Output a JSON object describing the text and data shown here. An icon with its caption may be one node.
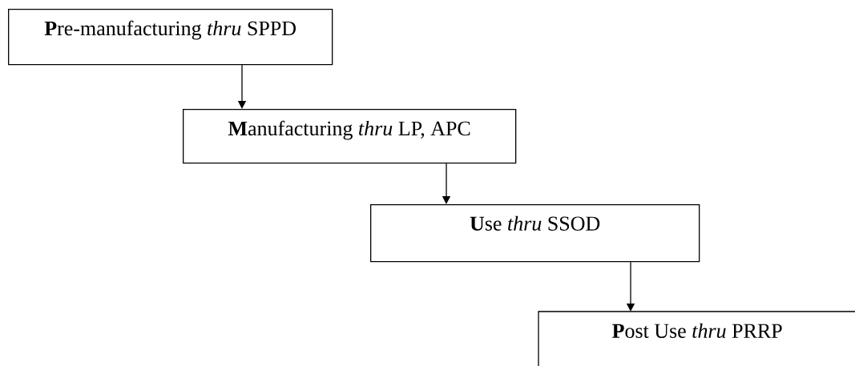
{
  "diagram": {
    "nodes": [
      {
        "text": [
          "**P**re-manufacturing *thru* SPPD"
        ]
      },
      {
        "text": [
          "**M**anufacturing *thru* LP, APC"
        ]
      },
      {
        "text": [
          "**U**se *thru* SSOD"
        ]
      },
      {
        "text": [
          "**P**ost Use *thru* PRRP"
        ]
      }
    ],
    "edges": [
      {
        "from": 0,
        "to": 1,
        "arrow": "to"
      },
      {
        "from": 1,
        "to": 2,
        "arrow": "to"
      },
      {
        "from": 2,
        "to": 3,
        "arrow": "to"
      }
    ]
  }
}
